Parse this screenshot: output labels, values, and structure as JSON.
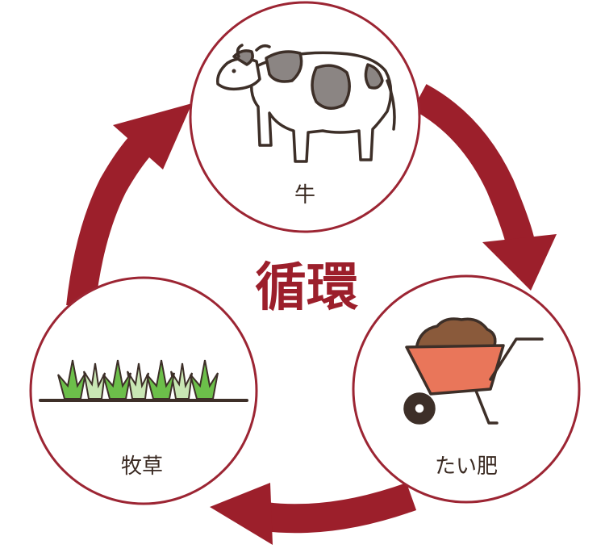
{
  "title": "循環",
  "nodes": {
    "cow": {
      "label": "牛",
      "icon": "cow-icon"
    },
    "manure": {
      "label": "たい肥",
      "icon": "wheelbarrow-icon"
    },
    "grass": {
      "label": "牧草",
      "icon": "grass-icon"
    }
  },
  "colors": {
    "accent": "#9c1f2b",
    "circle_border": "#9c2533",
    "manure": "#8a5a3b",
    "barrow": "#e9765a",
    "grass": "#6cbf4a",
    "grass_light": "#c9e7b4"
  }
}
